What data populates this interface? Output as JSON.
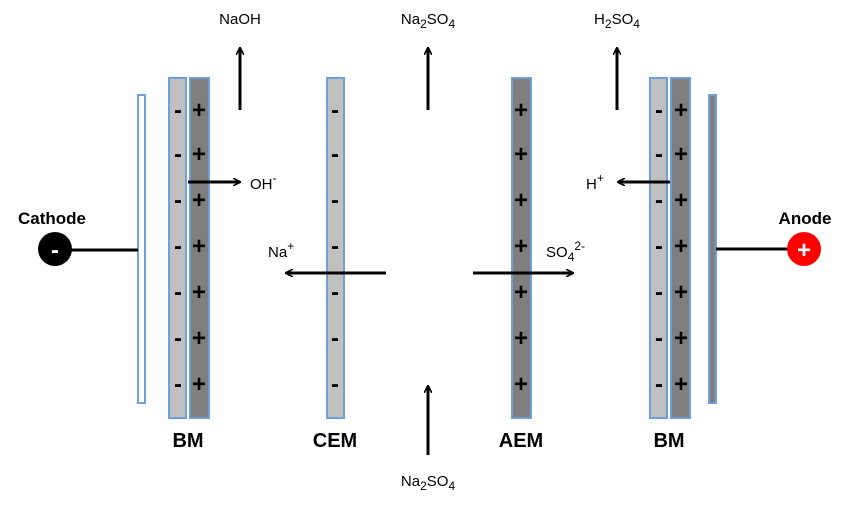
{
  "electrodes": {
    "cathode": {
      "label": "Cathode",
      "sign": "-",
      "color": "#000000"
    },
    "anode": {
      "label": "Anode",
      "sign": "+",
      "color": "#ff0000"
    }
  },
  "membranes": {
    "bm_left": "BM",
    "cem": "CEM",
    "aem": "AEM",
    "bm_right": "BM"
  },
  "charges": {
    "negative": "-",
    "positive": "+"
  },
  "streams": {
    "naoh_out": {
      "text": "NaOH"
    },
    "feed_out": {
      "base": "Na",
      "sub1": "2",
      "mid": "SO",
      "sub2": "4"
    },
    "h2so4_out": {
      "base": "H",
      "sub1": "2",
      "mid": "SO",
      "sub2": "4"
    },
    "feed_in": {
      "base": "Na",
      "sub1": "2",
      "mid": "SO",
      "sub2": "4"
    }
  },
  "ions": {
    "oh": {
      "base": "OH",
      "sup": "-"
    },
    "h": {
      "base": "H",
      "sup": "+"
    },
    "na": {
      "base": "Na",
      "sup": "+"
    },
    "so4": {
      "base": "SO",
      "sub": "4",
      "sup": "2-"
    }
  },
  "colors": {
    "membrane_light": "#c0c0c0",
    "membrane_dark": "#7f7f7f",
    "membrane_border": "#6f9fd8",
    "electrode_plate_left": "#ffffff",
    "electrode_plate_right": "#7f7f7f"
  }
}
